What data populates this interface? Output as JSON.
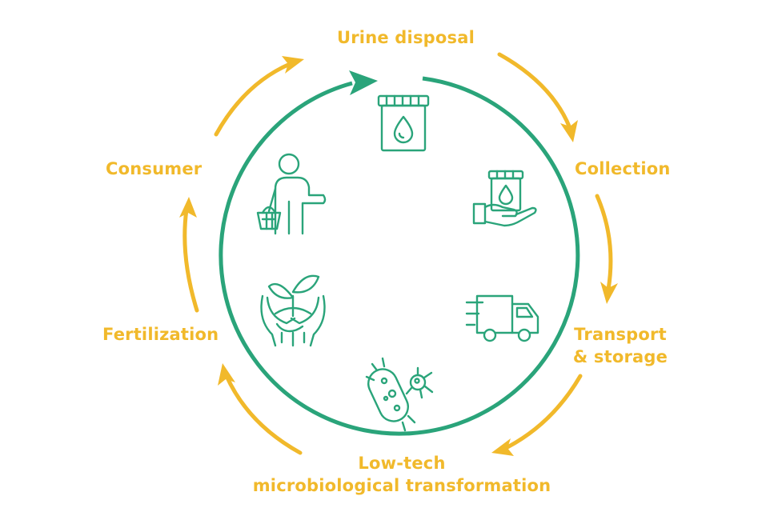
{
  "stages": {
    "urine_disposal": "Urine disposal",
    "collection": "Collection",
    "transport_line1": "Transport",
    "transport_line2": "& storage",
    "lowtech_line1": "Low-tech",
    "lowtech_line2": "microbiological transformation",
    "fertilization": "Fertilization",
    "consumer": "Consumer"
  },
  "icons": [
    "urine-container-icon",
    "hand-holding-container-icon",
    "delivery-truck-icon",
    "bacteria-icon",
    "hands-with-sprout-icon",
    "consumer-with-basket-icon"
  ],
  "colors": {
    "cycle_green": "#2aa47a",
    "arrow_yellow": "#f1b92b"
  }
}
